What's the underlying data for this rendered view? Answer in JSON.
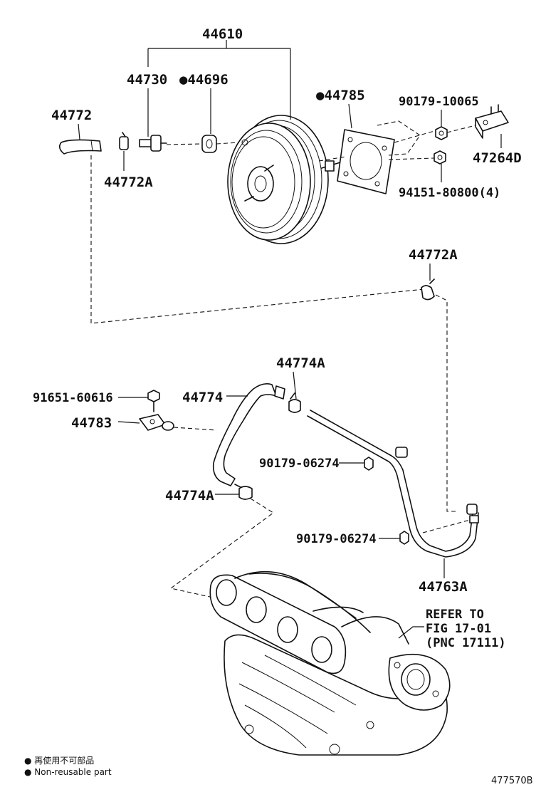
{
  "parts": {
    "p44610": "44610",
    "p44730": "44730",
    "p44696": "●44696",
    "p44785": "●44785",
    "p90179_10065": "90179-10065",
    "p44772": "44772",
    "p44772A_top": "44772A",
    "p47264D": "47264D",
    "p94151_80800": "94151-80800(4)",
    "p44772A_right": "44772A",
    "p44774A_top": "44774A",
    "p91651_60616": "91651-60616",
    "p44774": "44774",
    "p44783": "44783",
    "p90179_06274_a": "90179-06274",
    "p44774A_bottom": "44774A",
    "p90179_06274_b": "90179-06274",
    "p44763A": "44763A"
  },
  "refer": {
    "line1": "REFER TO",
    "line2": "FIG 17-01",
    "line3": "(PNC 17111)"
  },
  "legend": {
    "line1": "● 再使用不可部品",
    "line2": "● Non-reusable part"
  },
  "figure_id": "477570B"
}
